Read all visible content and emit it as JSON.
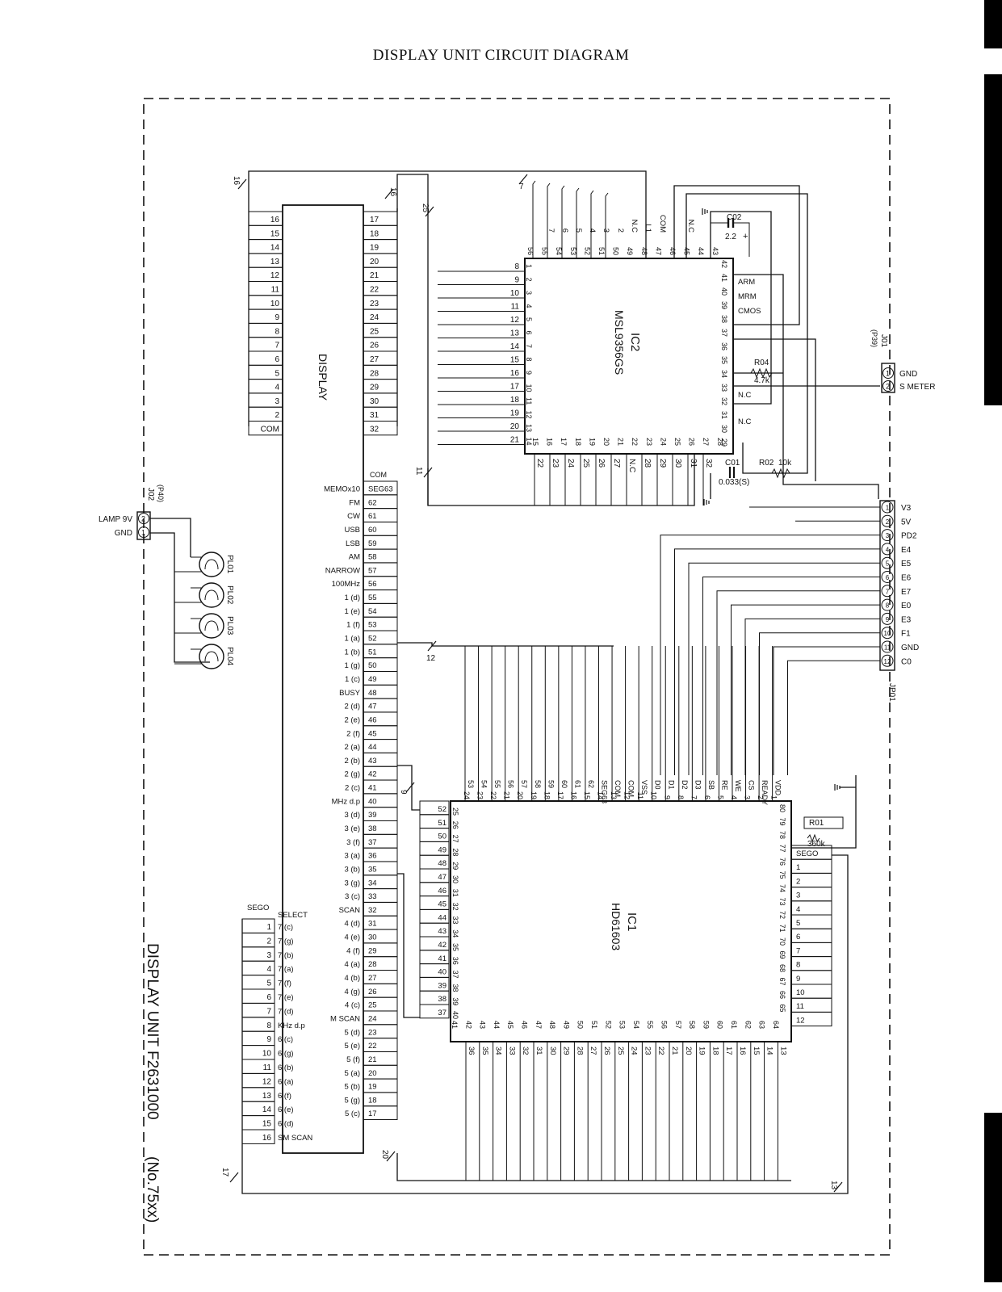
{
  "title": "DISPLAY UNIT CIRCUIT DIAGRAM",
  "footer": {
    "unit_label": "DISPLAY UNIT F2631000",
    "number": "(No.75xx)"
  },
  "display": {
    "name": "DISPLAY",
    "grid_left": [
      "16",
      "15",
      "14",
      "13",
      "12",
      "11",
      "10",
      "9",
      "8",
      "7",
      "6",
      "5",
      "4",
      "3",
      "2",
      "COM"
    ],
    "grid_right": [
      "17",
      "18",
      "19",
      "20",
      "21",
      "22",
      "23",
      "24",
      "25",
      "26",
      "27",
      "28",
      "29",
      "30",
      "31",
      "32"
    ],
    "seg_header": [
      "COM",
      "SEG63"
    ],
    "seg_labels": [
      "MEMOx10",
      "FM",
      "CW",
      "USB",
      "LSB",
      "AM",
      "NARROW",
      "100MHz",
      "1 (d)",
      "1 (e)",
      "1 (f)",
      "1 (a)",
      "1 (b)",
      "1 (g)",
      "1 (c)",
      "BUSY",
      "2 (d)",
      "2 (e)",
      "2 (f)",
      "2 (a)",
      "2 (b)",
      "2 (g)",
      "2 (c)",
      "MHz d.p",
      "3 (d)",
      "3 (e)",
      "3 (f)",
      "3 (a)",
      "3 (b)",
      "3 (g)",
      "3 (c)",
      "SCAN",
      "4 (d)",
      "4 (e)",
      "4 (f)",
      "4 (a)",
      "4 (b)",
      "4 (g)",
      "4 (c)",
      "M SCAN",
      "5 (d)",
      "5 (e)",
      "5 (f)",
      "5 (a)",
      "5 (b)",
      "5 (g)",
      "5 (c)"
    ],
    "seg_pins": [
      "SEG63",
      "62",
      "61",
      "60",
      "59",
      "58",
      "57",
      "56",
      "55",
      "54",
      "53",
      "52",
      "51",
      "50",
      "49",
      "48",
      "47",
      "46",
      "45",
      "44",
      "43",
      "42",
      "41",
      "40",
      "39",
      "38",
      "37",
      "36",
      "35",
      "34",
      "33",
      "32",
      "31",
      "30",
      "29",
      "28",
      "27",
      "26",
      "25",
      "24",
      "23",
      "22",
      "21",
      "20",
      "19",
      "18",
      "17"
    ],
    "sego_header": "SEGO",
    "select_header": "SELECT",
    "sego_pins": [
      "1",
      "2",
      "3",
      "4",
      "5",
      "6",
      "7",
      "8",
      "9",
      "10",
      "11",
      "12",
      "13",
      "14",
      "15",
      "16"
    ],
    "inner_labels": [
      "7 (c)",
      "7 (g)",
      "7 (b)",
      "7 (a)",
      "7 (f)",
      "7 (e)",
      "7 (d)",
      "KHz d.p",
      "6 (c)",
      "6 (g)",
      "6 (b)",
      "6 (a)",
      "6 (f)",
      "6 (e)",
      "6 (d)",
      "SM SCAN"
    ]
  },
  "ic1": {
    "ref": "IC1",
    "part": "HD61603",
    "top_labels": [
      "53",
      "54",
      "55",
      "56",
      "57",
      "58",
      "59",
      "60",
      "61",
      "62",
      "SEG63",
      "COM",
      "COM",
      "VSS",
      "D0",
      "D1",
      "D2",
      "D3",
      "SB",
      "RE",
      "WE",
      "CS",
      "READY",
      "VDD"
    ],
    "top_pins": [
      "24",
      "23",
      "22",
      "21",
      "20",
      "19",
      "18",
      "17",
      "16",
      "15",
      "14",
      "13",
      "12",
      "11",
      "10",
      "9",
      "8",
      "7",
      "6",
      "5",
      "4",
      "3",
      "2",
      "1"
    ],
    "left_labels": [
      "52",
      "51",
      "50",
      "49",
      "48",
      "47",
      "46",
      "45",
      "44",
      "43",
      "42",
      "41",
      "40",
      "39",
      "38",
      "37"
    ],
    "left_pins": [
      "25",
      "26",
      "27",
      "28",
      "29",
      "30",
      "31",
      "32",
      "33",
      "34",
      "35",
      "36",
      "37",
      "38",
      "39",
      "40"
    ],
    "right_pins": [
      "80",
      "79",
      "78",
      "77",
      "76",
      "75",
      "74",
      "73",
      "72",
      "71",
      "70",
      "69",
      "68",
      "67",
      "66",
      "65"
    ],
    "right_labels": [
      "SEGO",
      "1",
      "2",
      "3",
      "4",
      "5",
      "6",
      "7",
      "8",
      "9",
      "10",
      "11",
      "12"
    ],
    "bottom_pins": [
      "41",
      "42",
      "43",
      "44",
      "45",
      "46",
      "47",
      "48",
      "49",
      "50",
      "51",
      "52",
      "53",
      "54",
      "55",
      "56",
      "57",
      "58",
      "59",
      "60",
      "61",
      "62",
      "63",
      "64"
    ],
    "bottom_labels": [
      "36",
      "35",
      "34",
      "33",
      "32",
      "31",
      "30",
      "29",
      "28",
      "27",
      "26",
      "25",
      "24",
      "23",
      "22",
      "21",
      "20",
      "19",
      "18",
      "17",
      "16",
      "15",
      "14",
      "13"
    ]
  },
  "ic2": {
    "ref": "IC2",
    "part": "MSL9356GS",
    "top_labels": [
      "7",
      "6",
      "5",
      "4",
      "3",
      "2",
      "N.C",
      "L1",
      "COM",
      "N.C"
    ],
    "top_pins": [
      "56",
      "55",
      "54",
      "53",
      "52",
      "51",
      "50",
      "49",
      "48",
      "47",
      "46",
      "45",
      "44",
      "43"
    ],
    "left_labels": [
      "8",
      "9",
      "10",
      "11",
      "12",
      "13",
      "14",
      "15",
      "16",
      "17",
      "18",
      "19",
      "20",
      "21"
    ],
    "left_pins": [
      "1",
      "2",
      "3",
      "4",
      "5",
      "6",
      "7",
      "8",
      "9",
      "10",
      "11",
      "12",
      "13",
      "14"
    ],
    "right_pins": [
      "42",
      "41",
      "40",
      "39",
      "38",
      "37",
      "36",
      "35",
      "34",
      "33",
      "32",
      "31",
      "30",
      "29"
    ],
    "right_labels": [
      "ARM",
      "MRM",
      "CMOS",
      "N.C",
      "N.C"
    ],
    "bottom_pins": [
      "15",
      "16",
      "17",
      "18",
      "19",
      "20",
      "21",
      "22",
      "23",
      "24",
      "25",
      "26",
      "27",
      "28"
    ],
    "bottom_labels": [
      "22",
      "23",
      "24",
      "25",
      "26",
      "27",
      "N.C",
      "28",
      "29",
      "30",
      "31",
      "32"
    ]
  },
  "components": {
    "c02": {
      "ref": "C02",
      "value": "2.2",
      "plus": "+"
    },
    "c01": {
      "ref": "C01",
      "value": "0.033(S)"
    },
    "r04": {
      "ref": "R04",
      "value": "4.7k"
    },
    "r02": {
      "ref": "R02",
      "value": "10k"
    },
    "r01": {
      "ref": "R01",
      "value": "360k"
    },
    "lamps": [
      "PL01",
      "PL02",
      "PL03",
      "PL04"
    ]
  },
  "connectors": {
    "j01": {
      "ref": "J01",
      "sub": "(P39)",
      "pins": [
        "1",
        "2"
      ],
      "labels": [
        "GND",
        "S METER"
      ]
    },
    "j02": {
      "ref": "J02",
      "sub": "(P40)",
      "pins": [
        "2",
        "1"
      ],
      "labels": [
        "LAMP 9V",
        "GND"
      ]
    },
    "jp01": {
      "ref": "JP01",
      "pins": [
        "1",
        "2",
        "3",
        "4",
        "5",
        "6",
        "7",
        "8",
        "9",
        "10",
        "11",
        "12"
      ],
      "labels": [
        "V3",
        "5V",
        "PD2",
        "E4",
        "E5",
        "E6",
        "E7",
        "E0",
        "E3",
        "F1",
        "GND",
        "C0"
      ]
    }
  },
  "bus_counts": [
    "16",
    "16",
    "25",
    "7",
    "11",
    "12",
    "9",
    "20",
    "17",
    "13"
  ]
}
